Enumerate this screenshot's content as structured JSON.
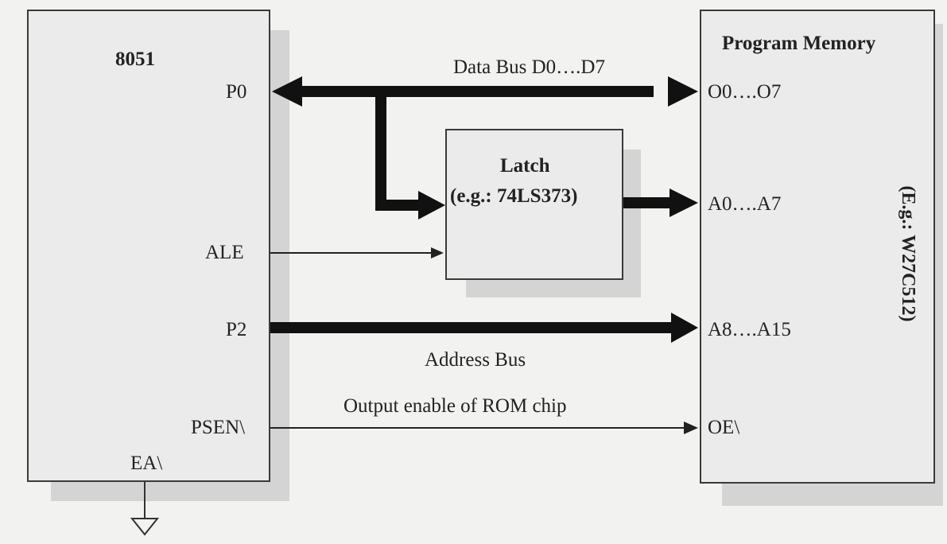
{
  "cpu": {
    "name": "8051",
    "pins": {
      "p0": "P0",
      "ale": "ALE",
      "p2": "P2",
      "psen": "PSEN\\",
      "ea": "EA\\"
    }
  },
  "memory": {
    "title": "Program Memory",
    "example": "(E.g.: W27C512)",
    "pins": {
      "data": "O0….O7",
      "addr_low": "A0….A7",
      "addr_high": "A8….A15",
      "oe": "OE\\"
    }
  },
  "latch": {
    "title": "Latch",
    "example": "(e.g.: 74LS373)"
  },
  "buses": {
    "data_bus": "Data Bus D0….D7",
    "address_bus": "Address Bus",
    "output_enable": "Output enable of ROM chip"
  }
}
